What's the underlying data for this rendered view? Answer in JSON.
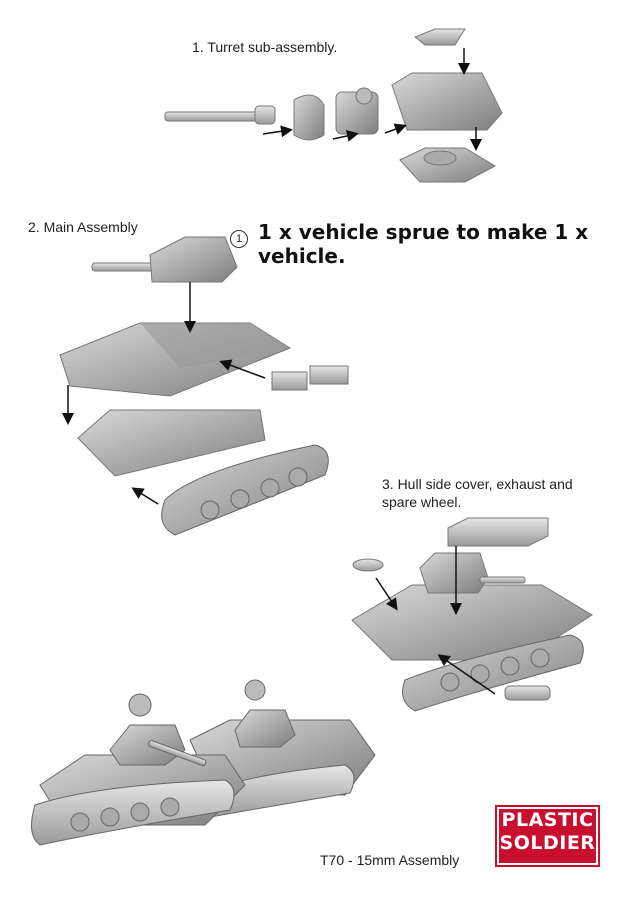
{
  "steps": {
    "step1": "1. Turret sub-assembly.",
    "step2": "2. Main Assembly",
    "step3_line1": "3. Hull side cover, exhaust and",
    "step3_line2": "spare wheel."
  },
  "sprue_note": {
    "badge": "1",
    "text": "1 x vehicle sprue to make 1 x vehicle."
  },
  "caption": "T70 - 15mm Assembly",
  "logo": {
    "line1": "PLASTIC",
    "line2": "SOLDIER",
    "color": "#c8102e"
  }
}
